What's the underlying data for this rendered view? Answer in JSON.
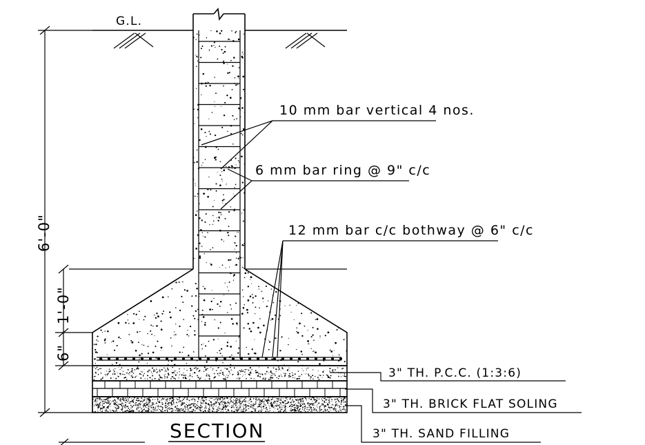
{
  "ground_level_label": "G.L.",
  "section_title": "SECTION",
  "dimensions": {
    "total_depth": "6'-0\"",
    "pedestal_height": "1'-0\"",
    "footing_edge": "6\""
  },
  "callouts": {
    "vertical_bars": "10 mm bar vertical 4 nos.",
    "ring_bars": "6 mm bar ring  @ 9\" c/c",
    "bottom_mesh": "12 mm bar c/c bothway @ 6\" c/c",
    "pcc_layer": "3\" TH. P.C.C. (1:3:6)",
    "brick_soling": "3\" TH. BRICK FLAT SOLING",
    "sand_filling": "3\" TH. SAND FILLING"
  },
  "colors": {
    "line": "#000000",
    "background": "#ffffff"
  }
}
